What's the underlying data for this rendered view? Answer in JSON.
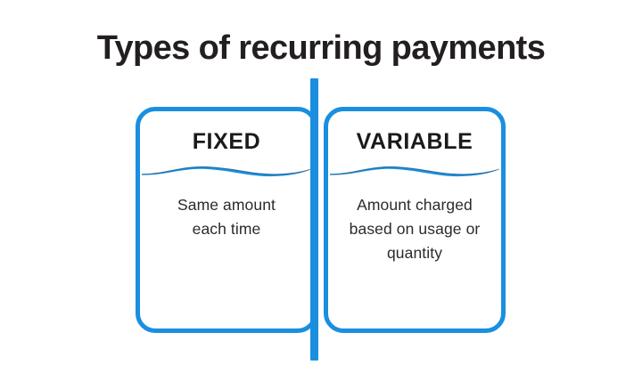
{
  "page": {
    "title": "Types of recurring payments",
    "background_color": "#ffffff"
  },
  "theme": {
    "accent_blue": "#1a8fe0",
    "title_color": "#231f20",
    "heading_color": "#1a1a1a",
    "body_color": "#2b2b2b"
  },
  "diagram": {
    "type": "two-column-comparison",
    "divider": {
      "name": "vertical-divider-bar",
      "color": "#1a8fe0",
      "orientation": "vertical"
    },
    "cards": [
      {
        "id": "fixed",
        "heading": "FIXED",
        "body": "Same amount\neach time",
        "body_lines": [
          "Same amount",
          "each time"
        ],
        "ornament": "wave-divider"
      },
      {
        "id": "variable",
        "heading": "VARIABLE",
        "body": "Amount charged\nbased on usage or\nquantity",
        "body_lines": [
          "Amount charged",
          "based on usage or",
          "quantity"
        ],
        "ornament": "wave-divider"
      }
    ]
  }
}
